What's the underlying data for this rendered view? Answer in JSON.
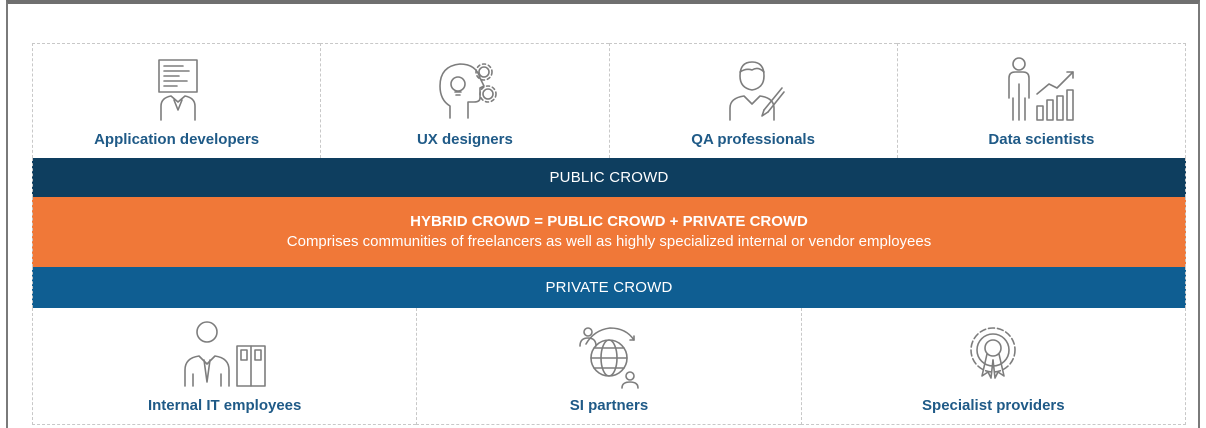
{
  "top_roles": [
    {
      "label": "Application developers",
      "icon": "developer-icon"
    },
    {
      "label": "UX designers",
      "icon": "head-gears-icon"
    },
    {
      "label": "QA professionals",
      "icon": "qa-professional-icon"
    },
    {
      "label": "Data scientists",
      "icon": "data-scientist-icon"
    }
  ],
  "bands": {
    "public": "PUBLIC CROWD",
    "hybrid_title": "HYBRID CROWD = PUBLIC CROWD + PRIVATE CROWD",
    "hybrid_subtitle": "Comprises communities of freelancers as well as highly specialized internal or vendor employees",
    "private": "PRIVATE CROWD"
  },
  "bottom_roles": [
    {
      "label": "Internal IT employees",
      "icon": "internal-employee-icon"
    },
    {
      "label": "SI partners",
      "icon": "globe-partners-icon"
    },
    {
      "label": "Specialist providers",
      "icon": "gear-award-icon"
    }
  ],
  "colors": {
    "public_band": "#0e3e5f",
    "hybrid_band": "#f07838",
    "private_band": "#0f5e92",
    "label_text": "#1f5a87"
  }
}
